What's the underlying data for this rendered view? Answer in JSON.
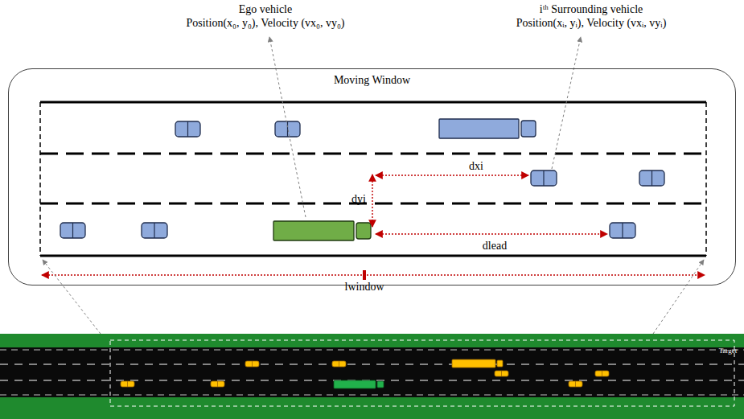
{
  "diagram": {
    "nodes": [
      {
        "text": [
          "Moving Window"
        ]
      }
    ],
    "labels": [
      "Ego vehicle",
      "Position(x₀, y₀), Velocity (vx₀, vy₀)",
      "iᵗʰ Surrounding vehicle",
      "Position(xᵢ, yᵢ), Velocity (vxᵢ, vyᵢ)",
      "dxi",
      "dyi",
      "dlead",
      "lwindow",
      "Target"
    ]
  }
}
